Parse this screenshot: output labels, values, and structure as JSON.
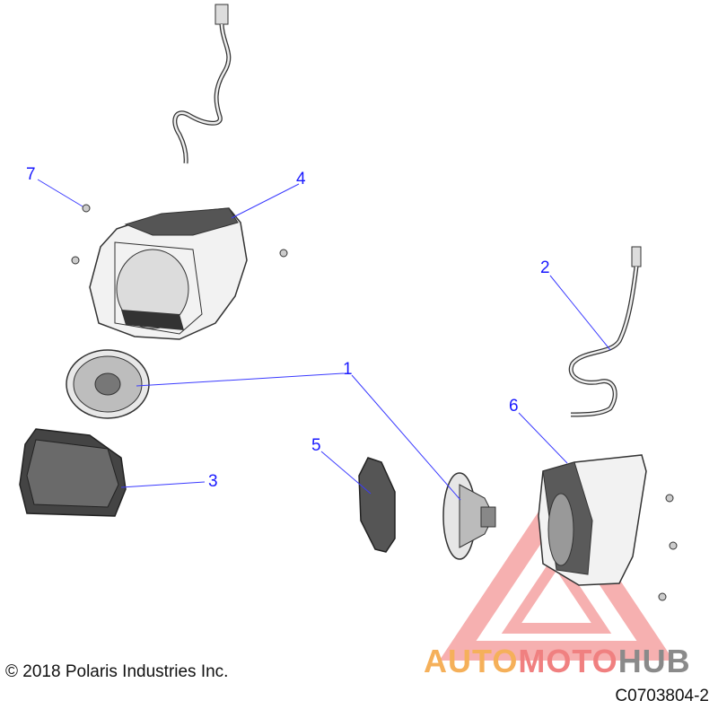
{
  "callouts": [
    {
      "label": "1"
    },
    {
      "label": "2"
    },
    {
      "label": "3"
    },
    {
      "label": "4"
    },
    {
      "label": "5"
    },
    {
      "label": "6"
    },
    {
      "label": "7"
    }
  ],
  "copyright": "© 2018 Polaris Industries Inc.",
  "diagram_code": "C0703804-2",
  "watermark": {
    "part1": "AUTO",
    "part2": "MOTO",
    "part3": "HUB",
    "color1": "#f5b05a",
    "color2": "#f08080",
    "color3": "#8a8a8a"
  },
  "colors": {
    "callout": "#1a1aff",
    "part_light": "#f2f2f2",
    "part_dark": "#555555"
  }
}
